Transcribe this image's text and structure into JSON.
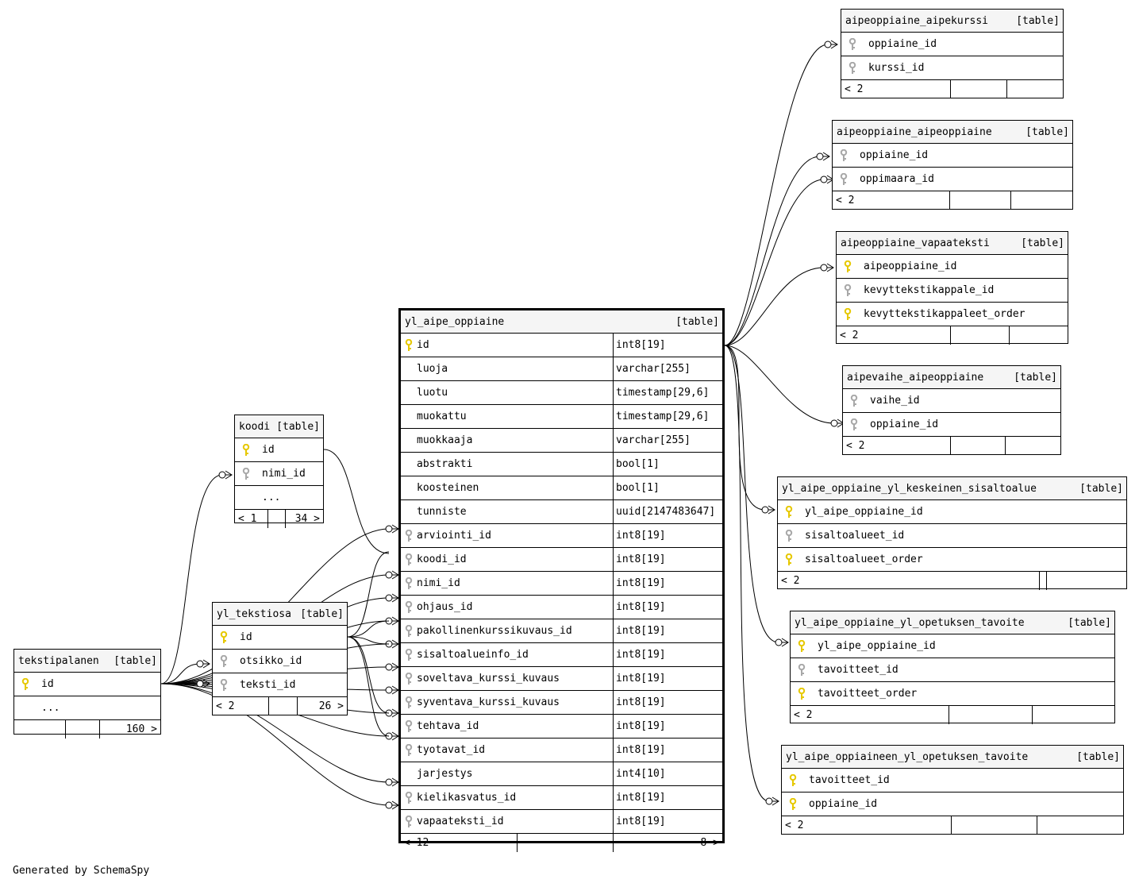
{
  "footer_text": "Generated by SchemaSpy",
  "main_table": {
    "name": "yl_aipe_oppiaine",
    "tag": "[table]",
    "columns": [
      {
        "name": "id",
        "type": "int8[19]",
        "key": "primary"
      },
      {
        "name": "luoja",
        "type": "varchar[255]",
        "key": ""
      },
      {
        "name": "luotu",
        "type": "timestamp[29,6]",
        "key": ""
      },
      {
        "name": "muokattu",
        "type": "timestamp[29,6]",
        "key": ""
      },
      {
        "name": "muokkaaja",
        "type": "varchar[255]",
        "key": ""
      },
      {
        "name": "abstrakti",
        "type": "bool[1]",
        "key": ""
      },
      {
        "name": "koosteinen",
        "type": "bool[1]",
        "key": ""
      },
      {
        "name": "tunniste",
        "type": "uuid[2147483647]",
        "key": ""
      },
      {
        "name": "arviointi_id",
        "type": "int8[19]",
        "key": "foreign"
      },
      {
        "name": "koodi_id",
        "type": "int8[19]",
        "key": "foreign"
      },
      {
        "name": "nimi_id",
        "type": "int8[19]",
        "key": "foreign"
      },
      {
        "name": "ohjaus_id",
        "type": "int8[19]",
        "key": "foreign"
      },
      {
        "name": "pakollinenkurssikuvaus_id",
        "type": "int8[19]",
        "key": "foreign"
      },
      {
        "name": "sisaltoalueinfo_id",
        "type": "int8[19]",
        "key": "foreign"
      },
      {
        "name": "soveltava_kurssi_kuvaus",
        "type": "int8[19]",
        "key": "foreign"
      },
      {
        "name": "syventava_kurssi_kuvaus",
        "type": "int8[19]",
        "key": "foreign"
      },
      {
        "name": "tehtava_id",
        "type": "int8[19]",
        "key": "foreign"
      },
      {
        "name": "tyotavat_id",
        "type": "int8[19]",
        "key": "foreign"
      },
      {
        "name": "jarjestys",
        "type": "int4[10]",
        "key": ""
      },
      {
        "name": "kielikasvatus_id",
        "type": "int8[19]",
        "key": "foreign"
      },
      {
        "name": "vapaateksti_id",
        "type": "int8[19]",
        "key": "foreign"
      }
    ],
    "footer": [
      "< 12",
      "",
      "8 >"
    ]
  },
  "tables": [
    {
      "id": "koodi",
      "name": "koodi",
      "tag": "[table]",
      "rows": [
        {
          "name": "id",
          "key": "primary"
        },
        {
          "name": "nimi_id",
          "key": "foreign"
        },
        {
          "name": "...",
          "key": ""
        }
      ],
      "footer": [
        "< 1",
        "",
        "34 >"
      ]
    },
    {
      "id": "yl_tekstiosa",
      "name": "yl_tekstiosa",
      "tag": "[table]",
      "rows": [
        {
          "name": "id",
          "key": "primary"
        },
        {
          "name": "otsikko_id",
          "key": "foreign"
        },
        {
          "name": "teksti_id",
          "key": "foreign"
        }
      ],
      "footer": [
        "< 2",
        "",
        "26 >"
      ]
    },
    {
      "id": "tekstipalanen",
      "name": "tekstipalanen",
      "tag": "[table]",
      "rows": [
        {
          "name": "id",
          "key": "primary"
        },
        {
          "name": "...",
          "key": ""
        }
      ],
      "footer": [
        "",
        "",
        "160 >"
      ]
    },
    {
      "id": "aipeoppiaine_aipekurssi",
      "name": "aipeoppiaine_aipekurssi",
      "tag": "[table]",
      "rows": [
        {
          "name": "oppiaine_id",
          "key": "foreign"
        },
        {
          "name": "kurssi_id",
          "key": "foreign"
        }
      ],
      "footer": [
        "< 2",
        "",
        ""
      ]
    },
    {
      "id": "aipeoppiaine_aipeoppiaine",
      "name": "aipeoppiaine_aipeoppiaine",
      "tag": "[table]",
      "rows": [
        {
          "name": "oppiaine_id",
          "key": "foreign"
        },
        {
          "name": "oppimaara_id",
          "key": "foreign"
        }
      ],
      "footer": [
        "< 2",
        "",
        ""
      ]
    },
    {
      "id": "aipeoppiaine_vapaateksti",
      "name": "aipeoppiaine_vapaateksti",
      "tag": "[table]",
      "rows": [
        {
          "name": "aipeoppiaine_id",
          "key": "primary"
        },
        {
          "name": "kevyttekstikappale_id",
          "key": "foreign"
        },
        {
          "name": "kevyttekstikappaleet_order",
          "key": "primary"
        }
      ],
      "footer": [
        "< 2",
        "",
        ""
      ]
    },
    {
      "id": "aipevaihe_aipeoppiaine",
      "name": "aipevaihe_aipeoppiaine",
      "tag": "[table]",
      "rows": [
        {
          "name": "vaihe_id",
          "key": "foreign"
        },
        {
          "name": "oppiaine_id",
          "key": "foreign"
        }
      ],
      "footer": [
        "< 2",
        "",
        ""
      ]
    },
    {
      "id": "yl_aipe_oppiaine_yl_keskeinen_sisaltoalue",
      "name": "yl_aipe_oppiaine_yl_keskeinen_sisaltoalue",
      "tag": "[table]",
      "rows": [
        {
          "name": "yl_aipe_oppiaine_id",
          "key": "primary"
        },
        {
          "name": "sisaltoalueet_id",
          "key": "foreign"
        },
        {
          "name": "sisaltoalueet_order",
          "key": "primary"
        }
      ],
      "footer": [
        "< 2",
        "",
        ""
      ]
    },
    {
      "id": "yl_aipe_oppiaine_yl_opetuksen_tavoite",
      "name": "yl_aipe_oppiaine_yl_opetuksen_tavoite",
      "tag": "[table]",
      "rows": [
        {
          "name": "yl_aipe_oppiaine_id",
          "key": "primary"
        },
        {
          "name": "tavoitteet_id",
          "key": "foreign"
        },
        {
          "name": "tavoitteet_order",
          "key": "primary"
        }
      ],
      "footer": [
        "< 2",
        "",
        ""
      ]
    },
    {
      "id": "yl_aipe_oppiaineen_yl_opetuksen_tavoite",
      "name": "yl_aipe_oppiaineen_yl_opetuksen_tavoite",
      "tag": "[table]",
      "rows": [
        {
          "name": "tavoitteet_id",
          "key": "primary"
        },
        {
          "name": "oppiaine_id",
          "key": "primary"
        }
      ],
      "footer": [
        "< 2",
        "",
        ""
      ]
    }
  ],
  "colors": {
    "primary_key": "#e6c800",
    "foreign_key": "#a8a8a8",
    "header_bg": "#f5f5f5"
  }
}
